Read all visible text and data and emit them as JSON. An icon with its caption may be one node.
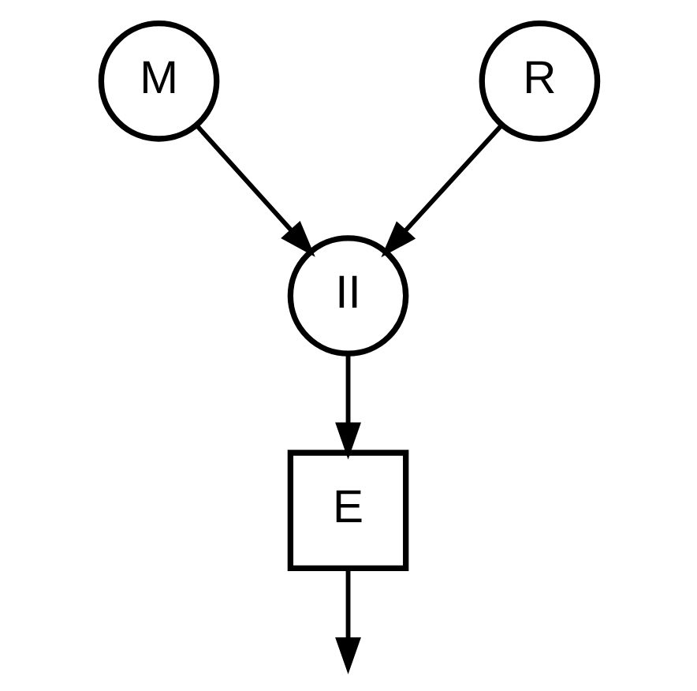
{
  "diagram": {
    "nodes": [
      {
        "text": [
          "M"
        ]
      },
      {
        "text": [
          "R"
        ]
      },
      {
        "text": [
          "II"
        ]
      },
      {
        "text": [
          "E"
        ]
      }
    ],
    "edges": [
      {
        "from": 0,
        "to": 2,
        "arrow": "to"
      },
      {
        "from": 1,
        "to": 2,
        "arrow": "to"
      },
      {
        "from": 2,
        "to": 3,
        "arrow": "to"
      },
      {
        "from": 3,
        "to": null,
        "arrow": "to"
      }
    ]
  }
}
